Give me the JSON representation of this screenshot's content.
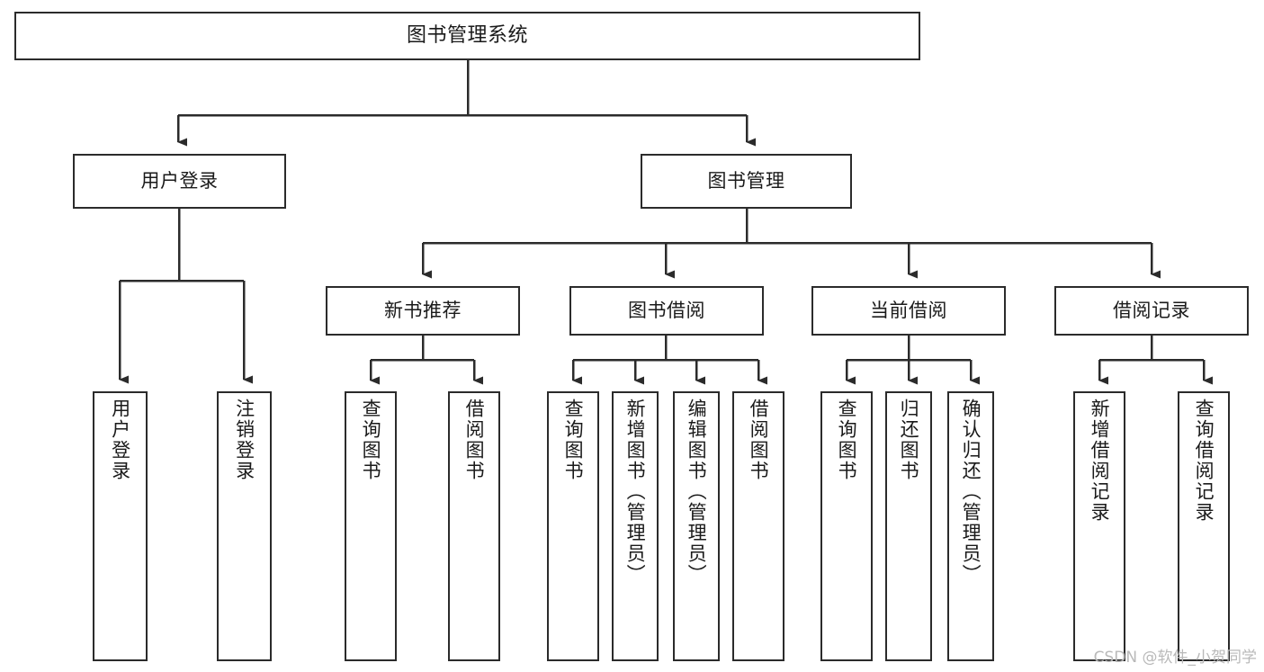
{
  "diagram": {
    "title": "图书管理系统",
    "watermark": "CSDN @软件_小贺同学",
    "stroke_color": "#2b2b2b",
    "fill_color": "#ffffff",
    "text_color": "#1a1a1a",
    "watermark_color": "#b9b9b9",
    "levels": {
      "root": {
        "label": "图书管理系统"
      },
      "level2": [
        {
          "label": "用户登录"
        },
        {
          "label": "图书管理"
        }
      ],
      "level3": [
        {
          "label": "新书推荐"
        },
        {
          "label": "图书借阅"
        },
        {
          "label": "当前借阅"
        },
        {
          "label": "借阅记录"
        }
      ],
      "leaves": [
        {
          "label": "用户登录",
          "parent": "用户登录"
        },
        {
          "label": "注销登录",
          "parent": "用户登录"
        },
        {
          "label": "查询图书",
          "parent": "新书推荐"
        },
        {
          "label": "借阅图书",
          "parent": "新书推荐"
        },
        {
          "label": "查询图书",
          "parent": "图书借阅"
        },
        {
          "label": "新增图书（管理员）",
          "parent": "图书借阅"
        },
        {
          "label": "编辑图书（管理员）",
          "parent": "图书借阅"
        },
        {
          "label": "借阅图书",
          "parent": "图书借阅"
        },
        {
          "label": "查询图书",
          "parent": "当前借阅"
        },
        {
          "label": "归还图书",
          "parent": "当前借阅"
        },
        {
          "label": "确认归还（管理员）",
          "parent": "当前借阅"
        },
        {
          "label": "新增借阅记录",
          "parent": "借阅记录"
        },
        {
          "label": "查询借阅记录",
          "parent": "借阅记录"
        }
      ]
    }
  }
}
